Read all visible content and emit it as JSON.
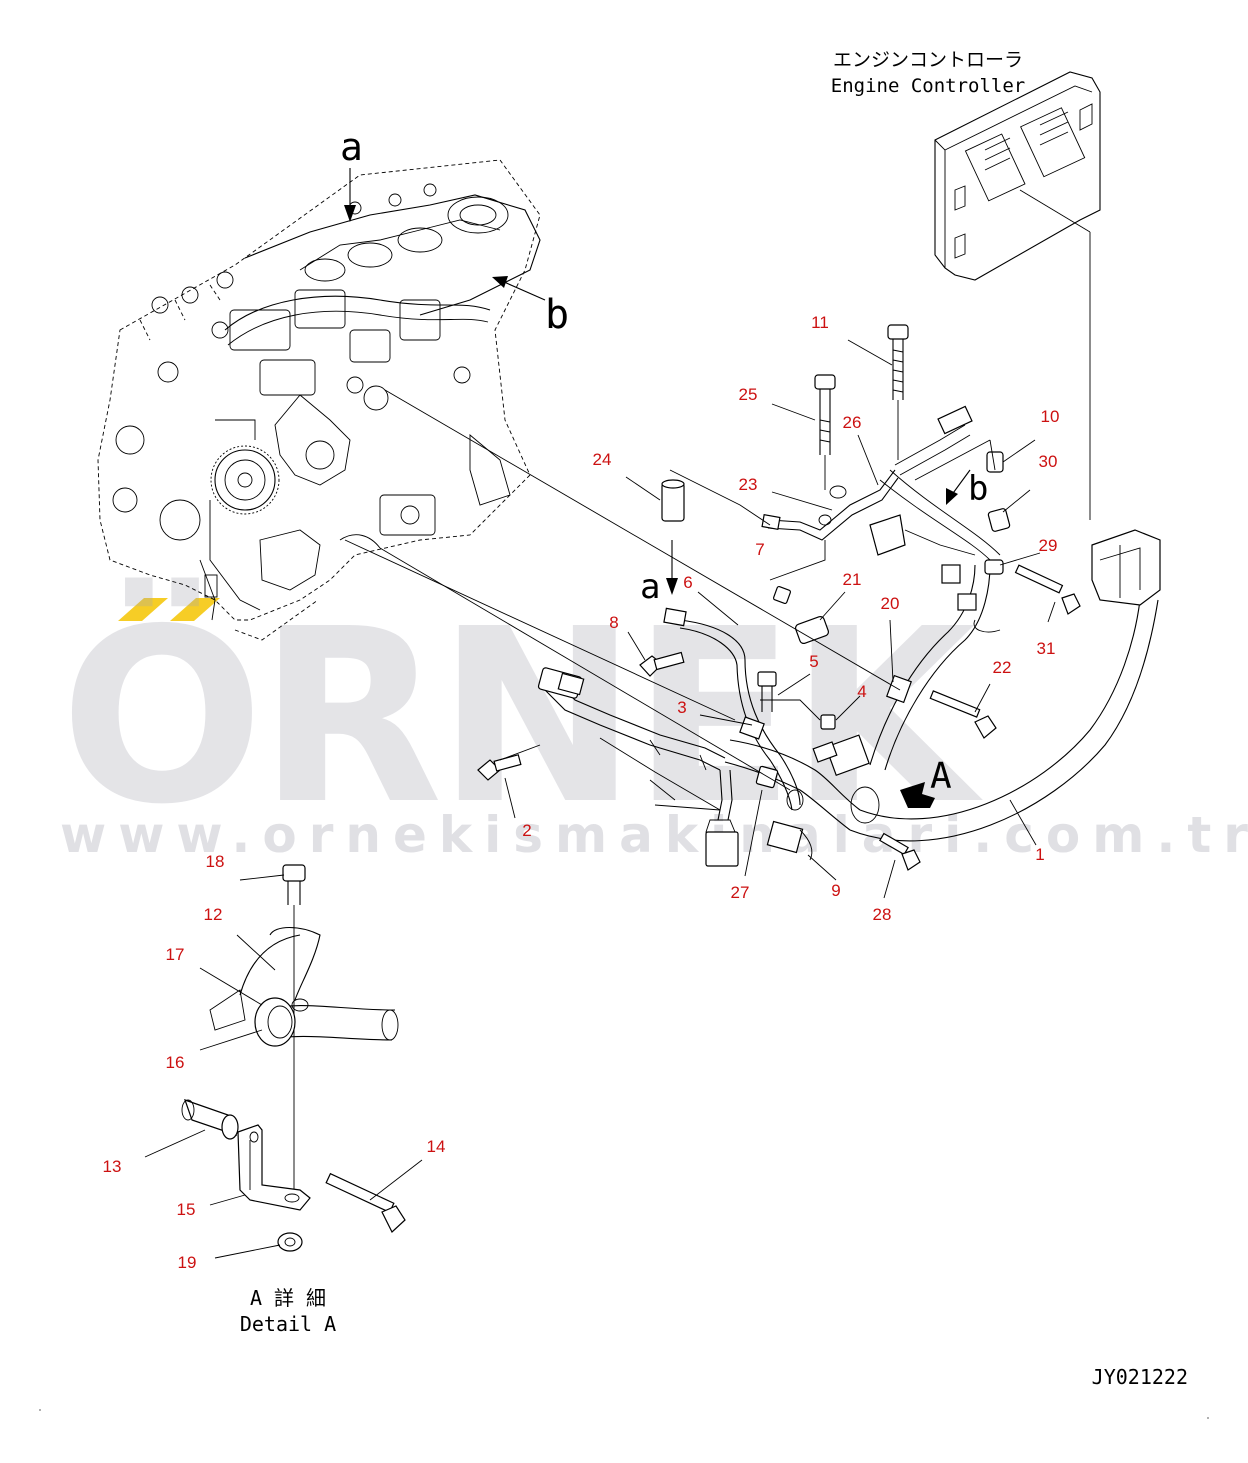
{
  "diagram": {
    "controller_label_jp": "エンジンコントローラ",
    "controller_label_en": "Engine Controller",
    "view_arrow_a": "a",
    "view_arrow_b": "b",
    "detail_arrow_a": "A",
    "detail_label_jp": "A 詳 細",
    "detail_label_en": "Detail A",
    "drawing_code": "JY021222"
  },
  "callouts": [
    "1",
    "2",
    "3",
    "4",
    "5",
    "6",
    "7",
    "8",
    "9",
    "10",
    "11",
    "12",
    "13",
    "14",
    "15",
    "16",
    "17",
    "18",
    "19",
    "20",
    "21",
    "22",
    "23",
    "24",
    "25",
    "26",
    "27",
    "28",
    "29",
    "30",
    "31"
  ],
  "watermark": {
    "brand": "ÖRNEK",
    "url": "www.ornekismakinalari.com.tr",
    "accent_color": "#f5c400",
    "gray_color": "#a7a7b3"
  },
  "colors": {
    "callout": "#cc1111",
    "line": "#000000"
  }
}
